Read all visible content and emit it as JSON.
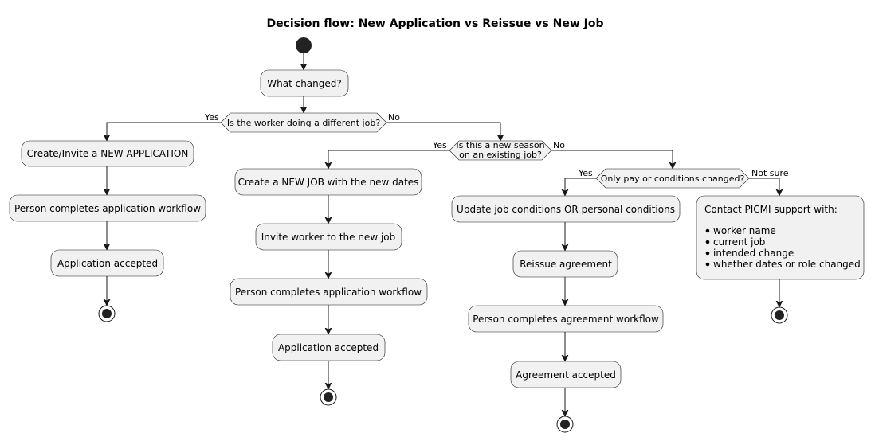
{
  "title": "Decision flow: New Application vs Reissue vs New Job",
  "nodes": {
    "what_changed": "What changed?",
    "decision_different_job": "Is the worker doing a different job?",
    "decision_new_season_line1": "Is this a new season",
    "decision_new_season_line2": "on an existing job?",
    "decision_pay_conditions": "Only pay or conditions changed?",
    "create_new_application": "Create/Invite a NEW APPLICATION",
    "person_completes_application_1": "Person completes application workflow",
    "application_accepted_1": "Application accepted",
    "create_new_job": "Create a NEW JOB with the new dates",
    "invite_worker": "Invite worker to the new job",
    "person_completes_application_2": "Person completes application workflow",
    "application_accepted_2": "Application accepted",
    "update_conditions": "Update job conditions OR personal conditions",
    "reissue_agreement": "Reissue agreement",
    "person_completes_agreement": "Person completes agreement workflow",
    "agreement_accepted": "Agreement accepted",
    "contact_support": {
      "heading": "Contact PICMI support with:",
      "bullets": [
        "worker name",
        "current job",
        "intended change",
        "whether dates or role changed"
      ]
    }
  },
  "labels": {
    "yes_1": "Yes",
    "no_1": "No",
    "yes_2": "Yes",
    "no_2": "No",
    "yes_3": "Yes",
    "not_sure": "Not sure"
  }
}
